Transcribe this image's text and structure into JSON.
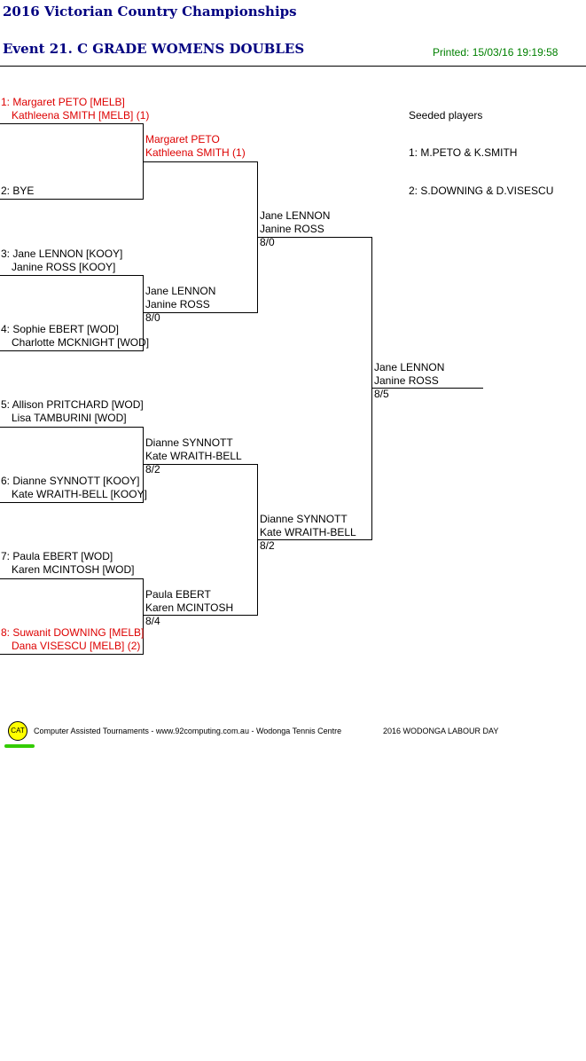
{
  "header": {
    "tournament": "2016 Victorian Country Championships",
    "event": "Event 21. C GRADE WOMENS DOUBLES",
    "printed": "Printed: 15/03/16 19:19:58"
  },
  "round1": [
    {
      "line1": "1: Margaret PETO [MELB]",
      "line2": "Kathleena SMITH [MELB] (1)",
      "seeded": true
    },
    {
      "line1": "2: BYE",
      "line2": "",
      "seeded": false
    },
    {
      "line1": "3: Jane LENNON [KOOY]",
      "line2": "Janine ROSS [KOOY]",
      "seeded": false
    },
    {
      "line1": "4: Sophie EBERT [WOD]",
      "line2": "Charlotte MCKNIGHT [WOD]",
      "seeded": false
    },
    {
      "line1": "5: Allison PRITCHARD [WOD]",
      "line2": "Lisa TAMBURINI [WOD]",
      "seeded": false
    },
    {
      "line1": "6: Dianne SYNNOTT [KOOY]",
      "line2": "Kate WRAITH-BELL [KOOY]",
      "seeded": false
    },
    {
      "line1": "7: Paula EBERT [WOD]",
      "line2": "Karen MCINTOSH [WOD]",
      "seeded": false
    },
    {
      "line1": "8: Suwanit DOWNING [MELB]",
      "line2": "Dana VISESCU [MELB] (2)",
      "seeded": true
    }
  ],
  "round2": [
    {
      "line1": "Margaret PETO",
      "line2": "Kathleena SMITH (1)",
      "score": "",
      "seeded": true
    },
    {
      "line1": "Jane LENNON",
      "line2": "Janine ROSS",
      "score": "8/0",
      "seeded": false
    },
    {
      "line1": "Dianne SYNNOTT",
      "line2": "Kate WRAITH-BELL",
      "score": "8/2",
      "seeded": false
    },
    {
      "line1": "Paula EBERT",
      "line2": "Karen MCINTOSH",
      "score": "8/4",
      "seeded": false
    }
  ],
  "semis": [
    {
      "line1": "Jane LENNON",
      "line2": "Janine ROSS",
      "score": "8/0"
    },
    {
      "line1": "Dianne SYNNOTT",
      "line2": "Kate WRAITH-BELL",
      "score": "8/2"
    }
  ],
  "winner": {
    "line1": "Jane LENNON",
    "line2": "Janine ROSS",
    "score": "8/5"
  },
  "seeds": {
    "heading": "Seeded players",
    "items": [
      "1: M.PETO & K.SMITH",
      "2: S.DOWNING & D.VISESCU"
    ]
  },
  "footer": {
    "logo_text": "CAT",
    "credit": "Computer Assisted Tournaments - www.92computing.com.au -  Wodonga Tennis Centre",
    "event_name": "2016 WODONGA LABOUR DAY"
  }
}
